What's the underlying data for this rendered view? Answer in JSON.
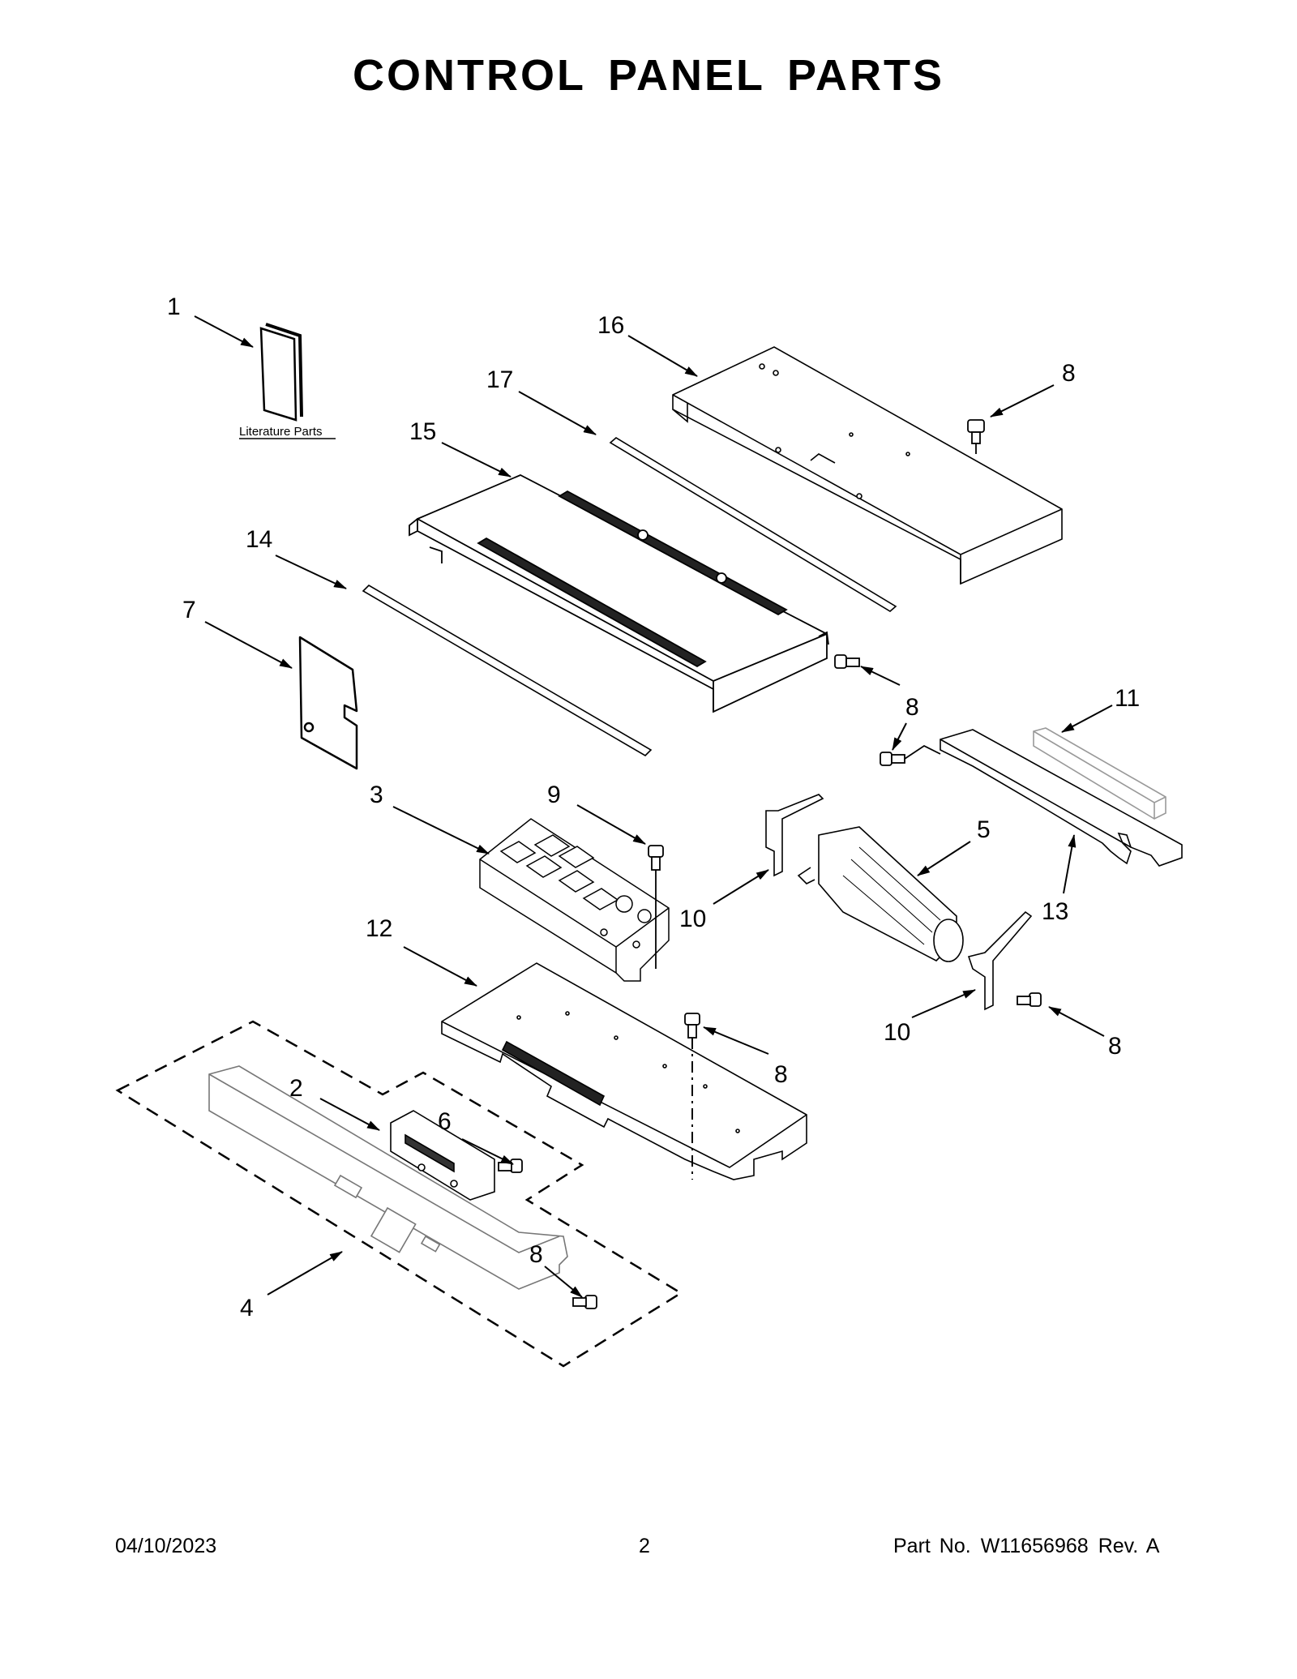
{
  "page": {
    "title": "CONTROL PANEL PARTS",
    "literature_label": "Literature Parts"
  },
  "callouts": [
    "1",
    "16",
    "8",
    "17",
    "15",
    "14",
    "7",
    "8",
    "11",
    "3",
    "9",
    "5",
    "10",
    "13",
    "12",
    "8",
    "10",
    "8",
    "2",
    "6",
    "8",
    "4"
  ],
  "footer": {
    "date": "04/10/2023",
    "page_number": "2",
    "part_label": "Part No.",
    "part_number": "W11656968",
    "revision": "Rev.  A"
  }
}
